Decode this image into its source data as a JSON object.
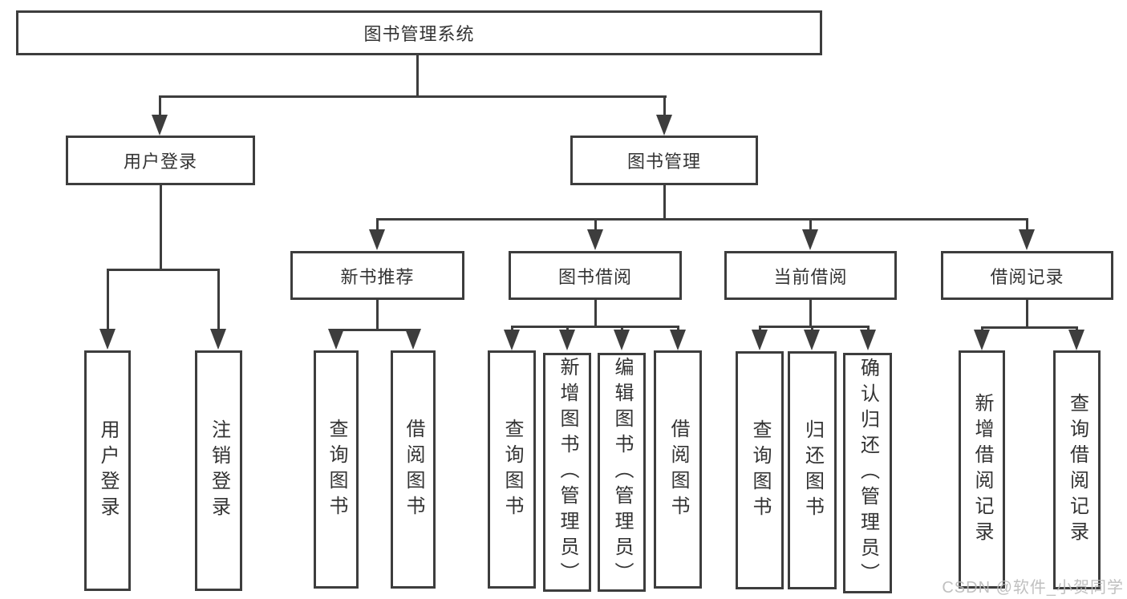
{
  "diagram": {
    "title": "图书管理系统",
    "watermark": "CSDN @软件_小贺同学",
    "colors": {
      "line": "#3d3d3d",
      "text": "#333333",
      "background": "#ffffff",
      "watermark": "#b9b9b9"
    },
    "nodes": {
      "root": {
        "label": "图书管理系统"
      },
      "user_login": {
        "label": "用户登录"
      },
      "book_mgmt": {
        "label": "图书管理"
      },
      "login": {
        "label": "用户登录"
      },
      "logout": {
        "label": "注销登录"
      },
      "new_book_rec": {
        "label": "新书推荐"
      },
      "book_borrow": {
        "label": "图书借阅"
      },
      "current_borrow": {
        "label": "当前借阅"
      },
      "borrow_records": {
        "label": "借阅记录"
      },
      "rec_query_book": {
        "label": "查询图书"
      },
      "rec_borrow_book": {
        "label": "借阅图书"
      },
      "bb_query_book": {
        "label": "查询图书"
      },
      "bb_add_book": {
        "label": "新增图书（管理员）"
      },
      "bb_edit_book": {
        "label": "编辑图书（管理员）"
      },
      "bb_borrow_book": {
        "label": "借阅图书"
      },
      "cb_query_book": {
        "label": "查询图书"
      },
      "cb_return_book": {
        "label": "归还图书"
      },
      "cb_confirm_return": {
        "label": "确认归还（管理员）"
      },
      "br_add_record": {
        "label": "新增借阅记录"
      },
      "br_query_record": {
        "label": "查询借阅记录"
      }
    }
  }
}
